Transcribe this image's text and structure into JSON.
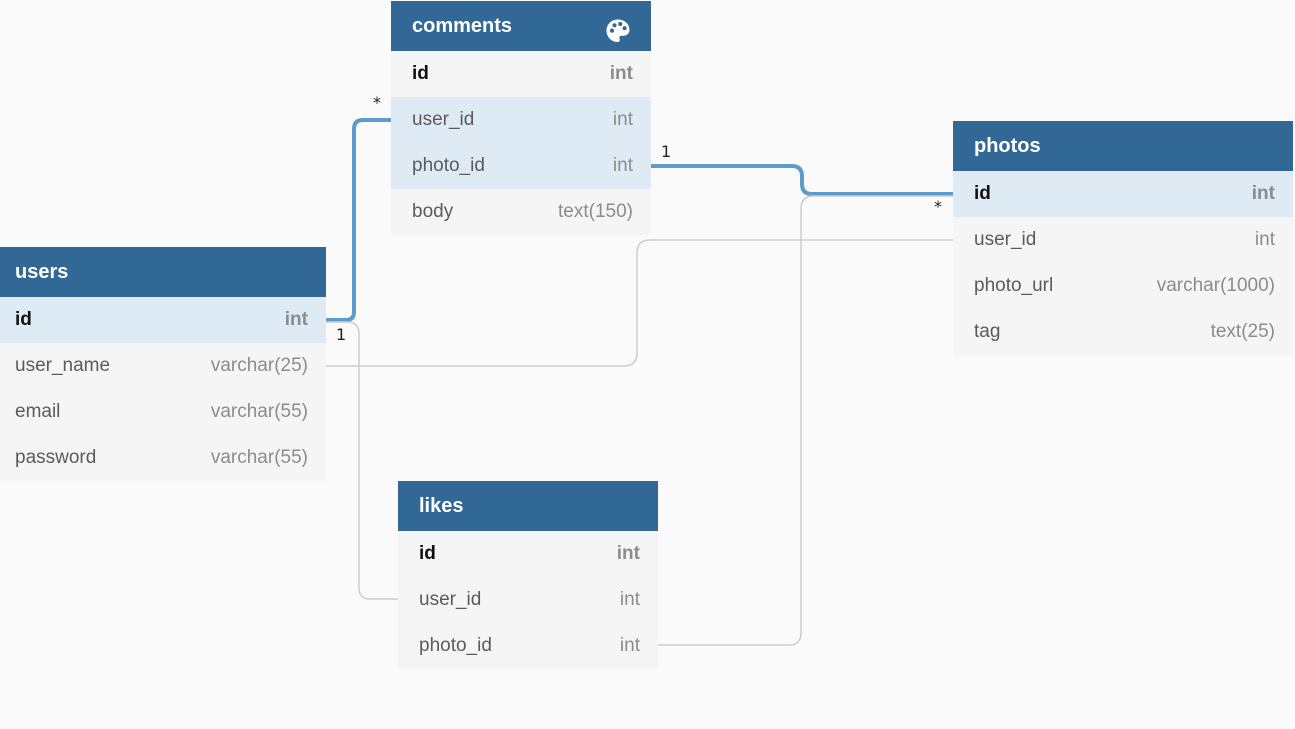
{
  "diagram": {
    "tables": [
      {
        "key": "comments",
        "title": "comments",
        "has_palette_icon": true,
        "columns": [
          {
            "name": "id",
            "type": "int",
            "pk": true,
            "highlight": false
          },
          {
            "name": "user_id",
            "type": "int",
            "pk": false,
            "highlight": true
          },
          {
            "name": "photo_id",
            "type": "int",
            "pk": false,
            "highlight": true
          },
          {
            "name": "body",
            "type": "text(150)",
            "pk": false,
            "highlight": false
          }
        ]
      },
      {
        "key": "photos",
        "title": "photos",
        "has_palette_icon": false,
        "columns": [
          {
            "name": "id",
            "type": "int",
            "pk": true,
            "highlight": true
          },
          {
            "name": "user_id",
            "type": "int",
            "pk": false,
            "highlight": false
          },
          {
            "name": "photo_url",
            "type": "varchar(1000)",
            "pk": false,
            "highlight": false
          },
          {
            "name": "tag",
            "type": "text(25)",
            "pk": false,
            "highlight": false
          }
        ]
      },
      {
        "key": "users",
        "title": "users",
        "has_palette_icon": false,
        "columns": [
          {
            "name": "id",
            "type": "int",
            "pk": true,
            "highlight": true
          },
          {
            "name": "user_name",
            "type": "varchar(25)",
            "pk": false,
            "highlight": false
          },
          {
            "name": "email",
            "type": "varchar(55)",
            "pk": false,
            "highlight": false
          },
          {
            "name": "password",
            "type": "varchar(55)",
            "pk": false,
            "highlight": false
          }
        ]
      },
      {
        "key": "likes",
        "title": "likes",
        "has_palette_icon": false,
        "columns": [
          {
            "name": "id",
            "type": "int",
            "pk": true,
            "highlight": false
          },
          {
            "name": "user_id",
            "type": "int",
            "pk": false,
            "highlight": false
          },
          {
            "name": "photo_id",
            "type": "int",
            "pk": false,
            "highlight": false
          }
        ]
      }
    ],
    "relations": [
      {
        "from": "comments.user_id",
        "to": "users.id",
        "from_card": "*",
        "to_card": "1",
        "active": true
      },
      {
        "from": "comments.photo_id",
        "to": "photos.id",
        "from_card": "1",
        "to_card": "*",
        "active": true
      },
      {
        "from": "likes.user_id",
        "to": "users.id",
        "from_card": "",
        "to_card": "",
        "active": false
      },
      {
        "from": "likes.photo_id",
        "to": "photos.id",
        "from_card": "",
        "to_card": "",
        "active": false
      },
      {
        "from": "photos.user_id",
        "to": "users.user_name",
        "from_card": "",
        "to_card": "",
        "active": false
      }
    ],
    "colors": {
      "header": "#316896",
      "active_link": "#5e9bcc",
      "inactive_link": "#cccccc",
      "row_highlight": "#deebf4"
    }
  }
}
